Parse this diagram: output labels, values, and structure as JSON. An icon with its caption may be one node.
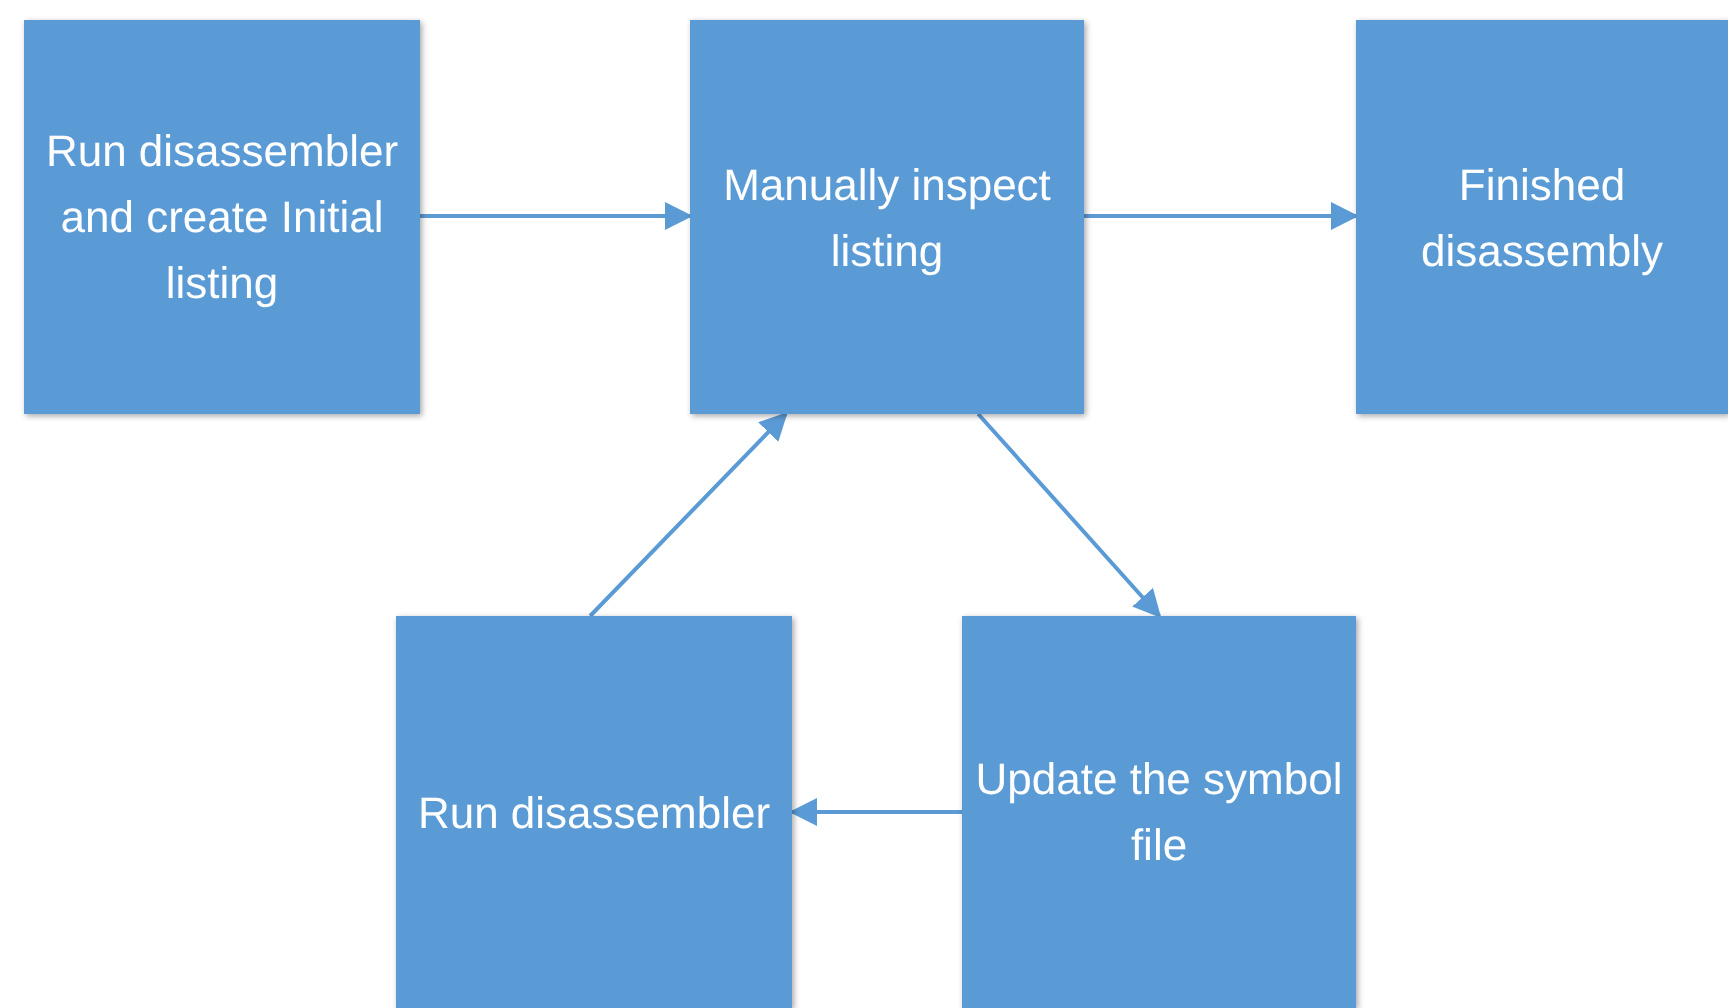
{
  "diagram": {
    "nodes": [
      {
        "text": [
          "Run disassembler and create Initial listing"
        ]
      },
      {
        "text": [
          "Manually inspect listing"
        ]
      },
      {
        "text": [
          "Finished disassembly"
        ]
      },
      {
        "text": [
          "Run disassembler"
        ]
      },
      {
        "text": [
          "Update the symbol file"
        ]
      }
    ],
    "edges": [
      {
        "from": 0,
        "to": 1,
        "arrow": "to"
      },
      {
        "from": 1,
        "to": 2,
        "arrow": "to"
      },
      {
        "from": 1,
        "to": 4,
        "arrow": "to"
      },
      {
        "from": 4,
        "to": 3,
        "arrow": "to"
      },
      {
        "from": 3,
        "to": 1,
        "arrow": "to"
      }
    ]
  }
}
